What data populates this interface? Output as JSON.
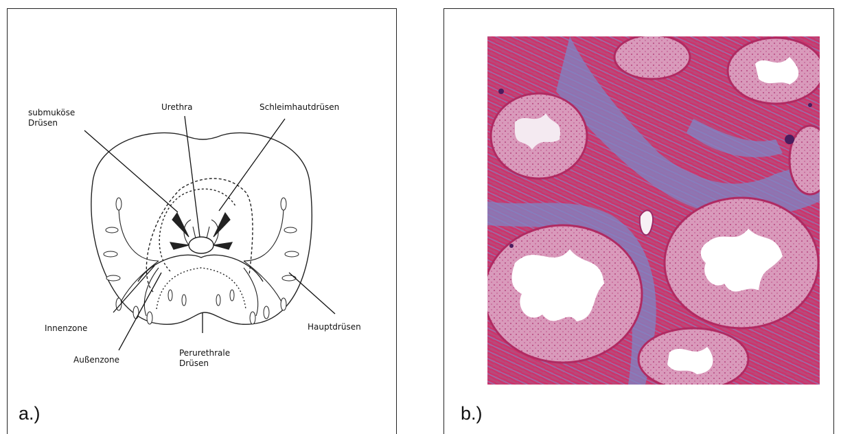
{
  "panel_a": {
    "caption": "a.)",
    "labels": {
      "submukose": "submuköse\nDrüsen",
      "urethra": "Urethra",
      "schleimhaut": "Schleimhautdrüsen",
      "innenzone": "Innenzone",
      "aussenzone": "Außenzone",
      "perurethrale": "Perurethrale\nDrüsen",
      "hauptdrusen": "Hauptdrüsen"
    }
  },
  "panel_b": {
    "caption": "b.)"
  },
  "colors": {
    "stroma_blue": "#6f7fc2",
    "muscle_magenta": "#c2245c",
    "epithelium_pink": "#d8a6c4",
    "lumen_white": "#ffffff"
  }
}
